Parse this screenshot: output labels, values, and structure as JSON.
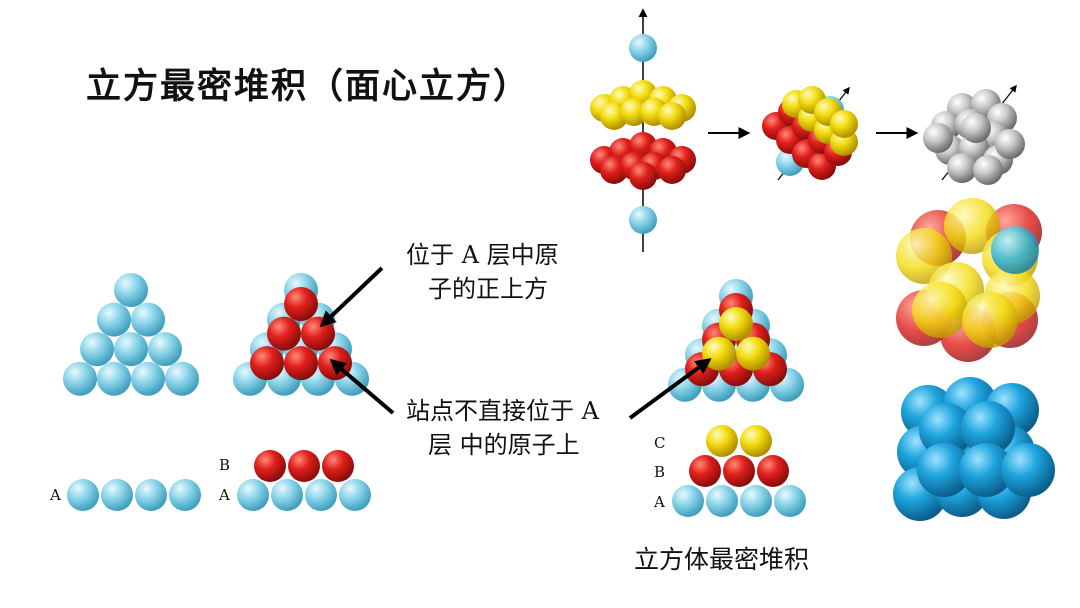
{
  "title": "立方最密堆积（面心立方）",
  "callout_top": {
    "line1": "位于 A 层中原",
    "line2": "子的正上方"
  },
  "callout_bottom": {
    "line1": "站点不直接位于 A",
    "line2": "层 中的原子上"
  },
  "layer_labels": {
    "a": "A",
    "b": "B",
    "c": "C"
  },
  "caption": "立方体最密堆积",
  "colors": {
    "layer_a": "#8fd6ea",
    "layer_b": "#e0201c",
    "layer_c": "#f3dc10",
    "fcc_cube": "#1ea4de",
    "gray_cube": "#c9c9c9"
  }
}
